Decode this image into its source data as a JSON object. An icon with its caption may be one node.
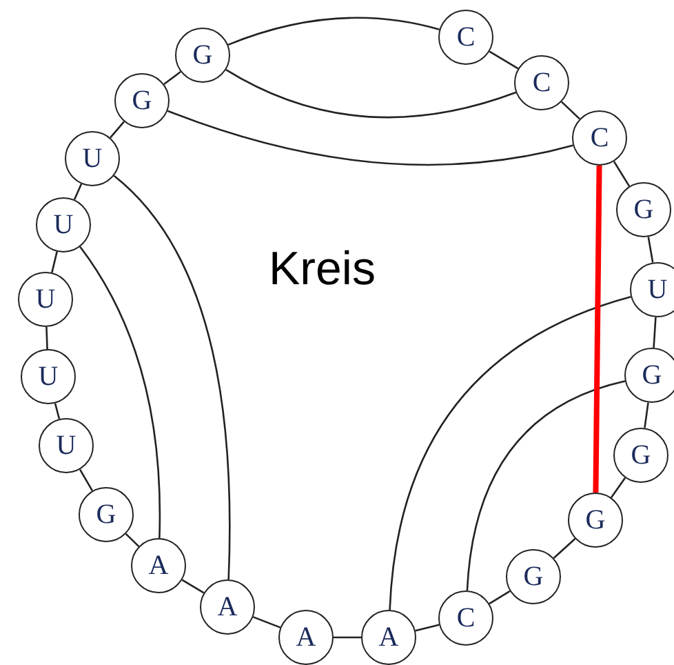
{
  "diagram": {
    "nodes": [
      {
        "text": [
          "G"
        ]
      },
      {
        "text": [
          "C"
        ]
      },
      {
        "text": [
          "C"
        ]
      },
      {
        "text": [
          "C"
        ]
      },
      {
        "text": [
          "G"
        ]
      },
      {
        "text": [
          "U"
        ]
      },
      {
        "text": [
          "G"
        ]
      },
      {
        "text": [
          "G"
        ]
      },
      {
        "text": [
          "G"
        ]
      },
      {
        "text": [
          "G"
        ]
      },
      {
        "text": [
          "C"
        ]
      },
      {
        "text": [
          "A"
        ]
      },
      {
        "text": [
          "A"
        ]
      },
      {
        "text": [
          "A"
        ]
      },
      {
        "text": [
          "A"
        ]
      },
      {
        "text": [
          "G"
        ]
      },
      {
        "text": [
          "U"
        ]
      },
      {
        "text": [
          "U"
        ]
      },
      {
        "text": [
          "U"
        ]
      },
      {
        "text": [
          "U"
        ]
      },
      {
        "text": [
          "U"
        ]
      },
      {
        "text": [
          "G"
        ]
      }
    ],
    "edges": [
      {
        "from": 1,
        "to": 2,
        "arrow": "none"
      },
      {
        "from": 2,
        "to": 3,
        "arrow": "none"
      },
      {
        "from": 3,
        "to": 4,
        "arrow": "none"
      },
      {
        "from": 4,
        "to": 5,
        "arrow": "none"
      },
      {
        "from": 5,
        "to": 6,
        "arrow": "none"
      },
      {
        "from": 6,
        "to": 7,
        "arrow": "none"
      },
      {
        "from": 7,
        "to": 8,
        "arrow": "none"
      },
      {
        "from": 8,
        "to": 9,
        "arrow": "none"
      },
      {
        "from": 9,
        "to": 10,
        "arrow": "none"
      },
      {
        "from": 10,
        "to": 11,
        "arrow": "none"
      },
      {
        "from": 11,
        "to": 12,
        "arrow": "none"
      },
      {
        "from": 12,
        "to": 13,
        "arrow": "none"
      },
      {
        "from": 13,
        "to": 14,
        "arrow": "none"
      },
      {
        "from": 14,
        "to": 15,
        "arrow": "none"
      },
      {
        "from": 15,
        "to": 16,
        "arrow": "none"
      },
      {
        "from": 16,
        "to": 17,
        "arrow": "none"
      },
      {
        "from": 17,
        "to": 18,
        "arrow": "none"
      },
      {
        "from": 18,
        "to": 19,
        "arrow": "none"
      },
      {
        "from": 19,
        "to": 20,
        "arrow": "none"
      },
      {
        "from": 20,
        "to": 21,
        "arrow": "none"
      },
      {
        "from": 21,
        "to": 0,
        "arrow": "none"
      },
      {
        "from": 0,
        "to": 1,
        "arrow": "none"
      },
      {
        "from": 0,
        "to": 2,
        "arrow": "none"
      },
      {
        "from": 21,
        "to": 3,
        "arrow": "none"
      },
      {
        "from": 20,
        "to": 13,
        "arrow": "none"
      },
      {
        "from": 19,
        "to": 14,
        "arrow": "none"
      },
      {
        "from": 5,
        "to": 11,
        "arrow": "none"
      },
      {
        "from": 6,
        "to": 10,
        "arrow": "none"
      },
      {
        "from": 3,
        "to": 8,
        "arrow": "none",
        "style": "thick",
        "color": "#ff0000"
      }
    ],
    "labels": [
      "Kreis"
    ]
  }
}
